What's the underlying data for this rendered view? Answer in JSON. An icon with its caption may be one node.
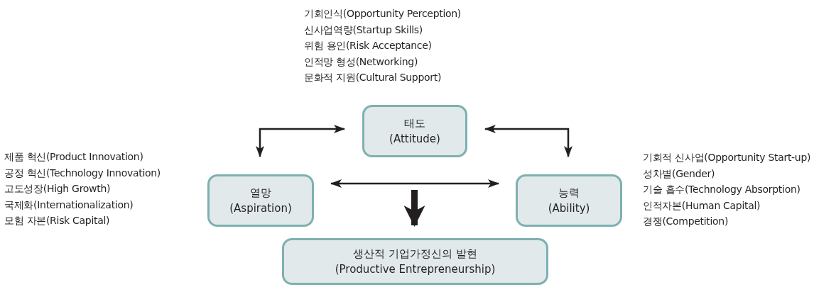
{
  "diagram": {
    "nodes": [
      {
        "text": [
          "태도",
          "(Attitude)"
        ],
        "beside": [
          "기회인식(Opportunity Perception)",
          "신사업역량(Startup Skills)",
          "위험 용인(Risk Acceptance)",
          "인적망 형성(Networking)",
          "문화적 지원(Cultural Support)"
        ]
      },
      {
        "text": [
          "열망",
          "(Aspiration)"
        ],
        "beside": [
          "제품 혁신(Product Innovation)",
          "공정 혁신(Technology Innovation)",
          "고도성장(High Growth)",
          "국제화(Internationalization)",
          "모험 자본(Risk Capital)"
        ]
      },
      {
        "text": [
          "능력",
          "(Ability)"
        ],
        "beside": [
          "기회적 신사업(Opportunity Start-up)",
          "성차별(Gender)",
          "기술 흡수(Technology Absorption)",
          "인적자본(Human Capital)",
          "경쟁(Competition)"
        ]
      },
      {
        "text": [
          "생산적 기업가정신의 발현",
          "(Productive Entrepreneurship)"
        ]
      }
    ],
    "edges": [
      {
        "from": 1,
        "to": 0,
        "arrow": "both"
      },
      {
        "from": 0,
        "to": 2,
        "arrow": "both"
      },
      {
        "from": 1,
        "to": 2,
        "arrow": "both"
      },
      {
        "from": null,
        "to": 3,
        "arrow": "to",
        "style": "thick"
      }
    ]
  }
}
